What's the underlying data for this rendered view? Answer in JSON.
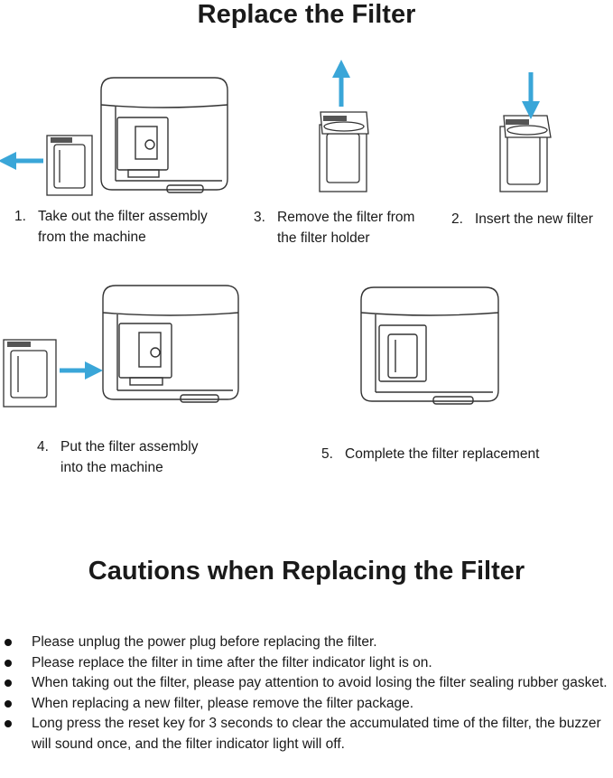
{
  "title": "Replace the Filter",
  "steps": [
    {
      "number": "1.",
      "line1": "Take out the filter assembly",
      "line2": "from the machine"
    },
    {
      "number": "3.",
      "line1": "Remove the filter from",
      "line2": "the filter holder"
    },
    {
      "number": "2.",
      "line1": "Insert the new filter",
      "line2": ""
    },
    {
      "number": "4.",
      "line1": "Put the filter assembly",
      "line2": "into the machine"
    },
    {
      "number": "5.",
      "line1": "Complete the filter replacement",
      "line2": ""
    }
  ],
  "cautions_title": "Cautions when Replacing the Filter",
  "cautions": [
    "Please unplug the power plug before replacing the filter.",
    "Please replace the filter in time after the filter indicator light is on.",
    "When taking out the filter, please pay attention to avoid losing the filter sealing rubber gasket.",
    "When replacing a new filter, please remove the filter package.",
    "Long press the reset key for 3 seconds to clear the accumulated time of the filter, the buzzer will sound once, and the filter indicator light will off."
  ],
  "colors": {
    "arrow": "#3aa6d8",
    "line": "#333333",
    "text": "#1a1a1a"
  }
}
